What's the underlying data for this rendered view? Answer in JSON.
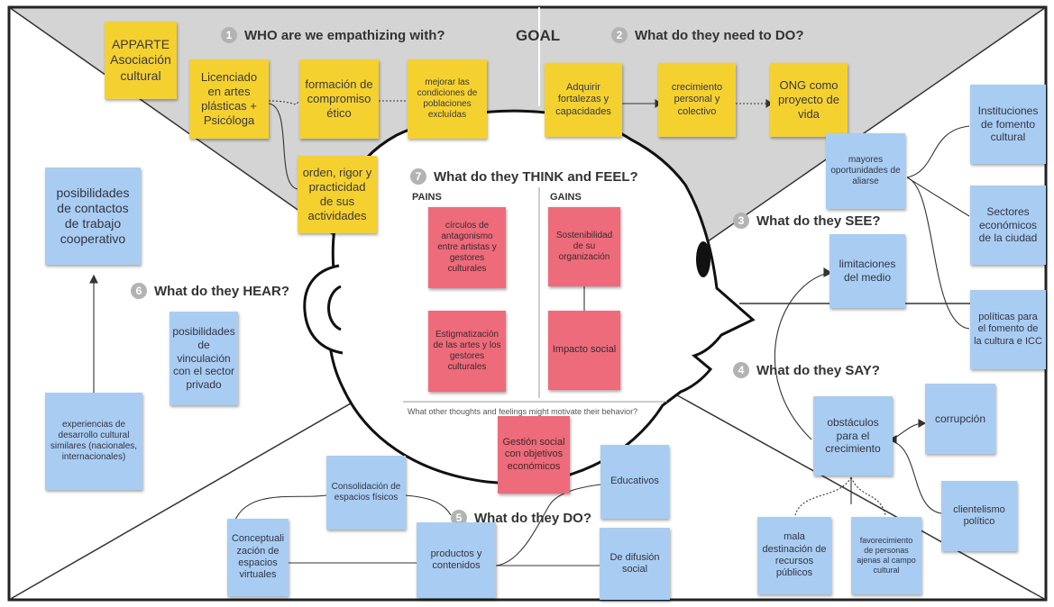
{
  "sections": {
    "who": {
      "num": "1",
      "title": "WHO are we empathizing with?"
    },
    "goal": "GOAL",
    "do": {
      "num": "2",
      "title": "What do they need to DO?"
    },
    "see": {
      "num": "3",
      "title": "What do they SEE?"
    },
    "say": {
      "num": "4",
      "title": "What do they SAY?"
    },
    "does": {
      "num": "5",
      "title": "What do they DO?"
    },
    "hear": {
      "num": "6",
      "title": "What do they HEAR?"
    },
    "think": {
      "num": "7",
      "title": "What do they THINK and FEEL?"
    }
  },
  "head": {
    "pains_label": "PAINS",
    "gains_label": "GAINS",
    "other_thoughts": "What other thoughts and feelings might motivate their behavior?"
  },
  "notes": {
    "apparte": "APPARTE Asociación cultural",
    "licenciado": "Licenciado en artes plásticas + Psicóloga",
    "formacion": "formación de compromiso ético",
    "mejorar": "mejorar las condiciones de poblaciones excluídas",
    "orden": "orden, rigor y practicidad de sus actividades",
    "adquirir": "Adquirir fortalezas y capacidades",
    "crecimiento_personal": "crecimiento personal y colectivo",
    "ong": "ONG como proyecto de vida",
    "circulos": "círculos de antagonismo entre artistas y gestores culturales",
    "sostenibilidad": "Sostenibilidad de su organización",
    "estigmatizacion": "Estigmatización de las artes y los gestores culturales",
    "impacto": "Impacto social",
    "gestion": "Gestión social con objetivos económicos",
    "contactos": "posibilidades de contactos de trabajo cooperativo",
    "vinculacion": "posibilidades de vinculación con el sector privado",
    "experiencias": "experiencias de desarrollo cultural similares (nacionales, internacionales)",
    "mayores": "mayores oportunidades de aliarse",
    "instituciones": "Instituciones de fomento cultural",
    "sectores": "Sectores económicos de la ciudad",
    "limitaciones": "limitaciones del medio",
    "politicas": "políticas para el fomento de la cultura e ICC",
    "obstaculos": "obstáculos para el crecimiento",
    "corrupcion": "corrupción",
    "clientelismo": "clientelismo político",
    "mala": "mala destinación de recursos públicos",
    "favorecimiento": "favorecimiento de personas ajenas al campo cultural",
    "consolidacion": "Consolidación de espacios físicos",
    "conceptualizacion": "Conceptuali zación de espacios virtuales",
    "productos": "productos y contenidos",
    "educativos": "Educativos",
    "difusion": "De difusión social"
  },
  "colors": {
    "yellow": "#f5d130",
    "blue": "#a9cdf2",
    "pink": "#ee6b7c",
    "goal_band": "#d4d4d4"
  }
}
